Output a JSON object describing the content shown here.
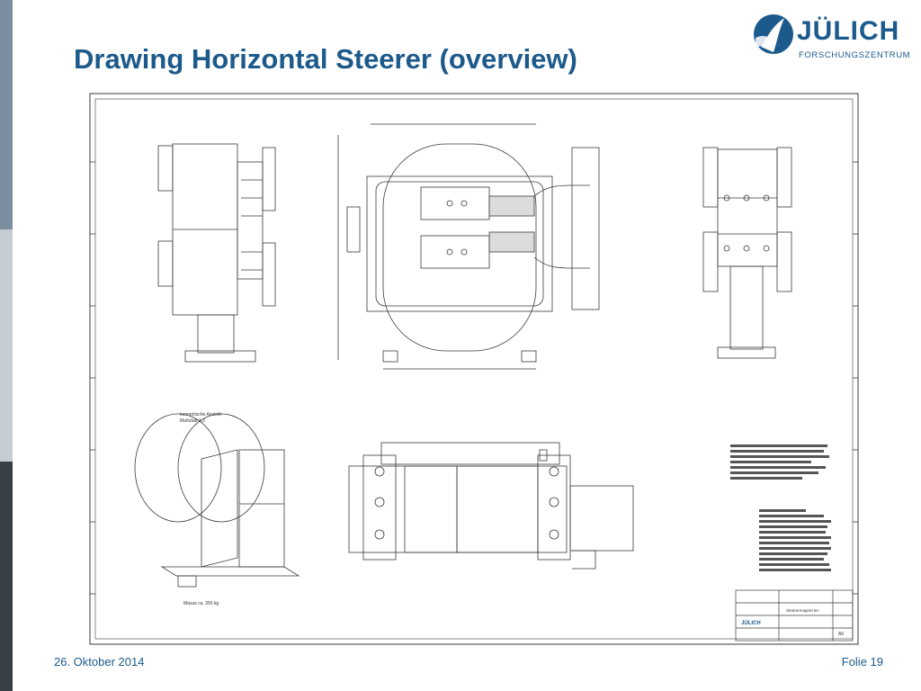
{
  "slide": {
    "title": "Drawing Horizontal Steerer (overview)",
    "footer_date": "26. Oktober 2014",
    "footer_slide": "Folie 19"
  },
  "logo": {
    "word": "JÜLICH",
    "subtitle": "FORSCHUNGSZENTRUM",
    "color": "#1c5a8c"
  },
  "drawing": {
    "iso_view_label": "Isometrische Ansicht",
    "iso_scale": "Maßstab 1:3",
    "mass": "Masse ca. 350 kg",
    "table_title": "JÜLICH",
    "part_name": "Steerermagnet kH",
    "sheet": "A0"
  },
  "colors": {
    "accent": "#1c5a8c",
    "sidebar_top": "#7d8da0",
    "sidebar_mid": "#c7ccd3",
    "sidebar_bottom": "#3a3f45"
  }
}
